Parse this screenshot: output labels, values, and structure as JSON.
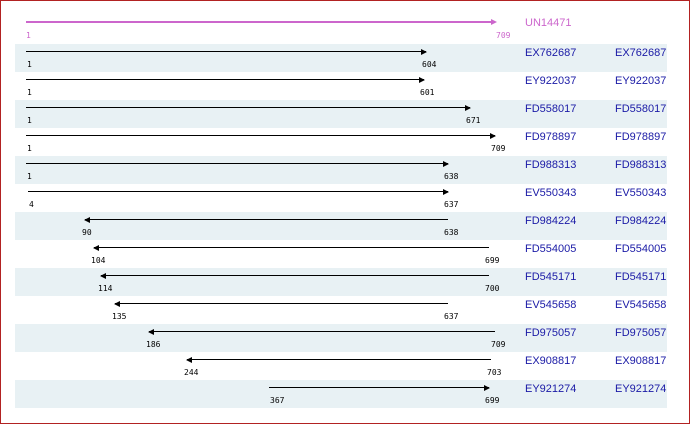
{
  "query": {
    "id": "UN14471",
    "start": "1",
    "end": "709",
    "color": "#cc66cc"
  },
  "rows": [
    {
      "id": "EX762687",
      "link": "EX762687",
      "start": "1",
      "end": "604",
      "dir": "right"
    },
    {
      "id": "EY922037",
      "link": "EY922037",
      "start": "1",
      "end": "601",
      "dir": "right"
    },
    {
      "id": "FD558017",
      "link": "FD558017",
      "start": "1",
      "end": "671",
      "dir": "right"
    },
    {
      "id": "FD978897",
      "link": "FD978897",
      "start": "1",
      "end": "709",
      "dir": "right"
    },
    {
      "id": "FD988313",
      "link": "FD988313",
      "start": "1",
      "end": "638",
      "dir": "right"
    },
    {
      "id": "EV550343",
      "link": "EV550343",
      "start": "4",
      "end": "637",
      "dir": "right"
    },
    {
      "id": "FD984224",
      "link": "FD984224",
      "start": "90",
      "end": "638",
      "dir": "left"
    },
    {
      "id": "FD554005",
      "link": "FD554005",
      "start": "104",
      "end": "699",
      "dir": "left"
    },
    {
      "id": "FD545171",
      "link": "FD545171",
      "start": "114",
      "end": "700",
      "dir": "left"
    },
    {
      "id": "EV545658",
      "link": "EV545658",
      "start": "135",
      "end": "637",
      "dir": "left"
    },
    {
      "id": "FD975057",
      "link": "FD975057",
      "start": "186",
      "end": "709",
      "dir": "left"
    },
    {
      "id": "EX908817",
      "link": "EX908817",
      "start": "244",
      "end": "703",
      "dir": "left"
    },
    {
      "id": "EY921274",
      "link": "EY921274",
      "start": "367",
      "end": "699",
      "dir": "right"
    }
  ],
  "colors": {
    "link": "#1a1aa6",
    "row_shade": "#e8f1f4",
    "frame_border": "#b22222"
  }
}
